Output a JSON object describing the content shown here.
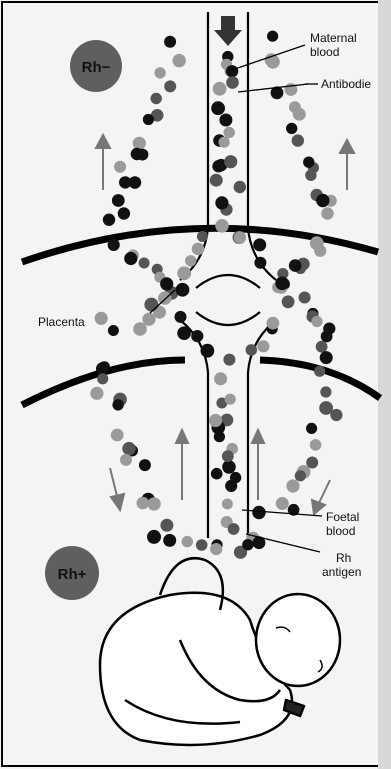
{
  "diagram": {
    "labels": {
      "maternal_blood": [
        "Maternal",
        "blood"
      ],
      "antibodies": "Antibodie",
      "placenta": "Placenta",
      "foetal_blood": [
        "Foetal",
        "blood"
      ],
      "rh_antigen": [
        "Rh",
        "antigen"
      ]
    },
    "badges": {
      "mother": "Rh−",
      "foetus": "Rh+"
    },
    "colors": {
      "dark_cell": "#111111",
      "mid_cell": "#555555",
      "light_cell": "#9a9a9a",
      "badge": "#5f5f5f",
      "line": "#000000",
      "background": "#f4f4f4"
    }
  }
}
